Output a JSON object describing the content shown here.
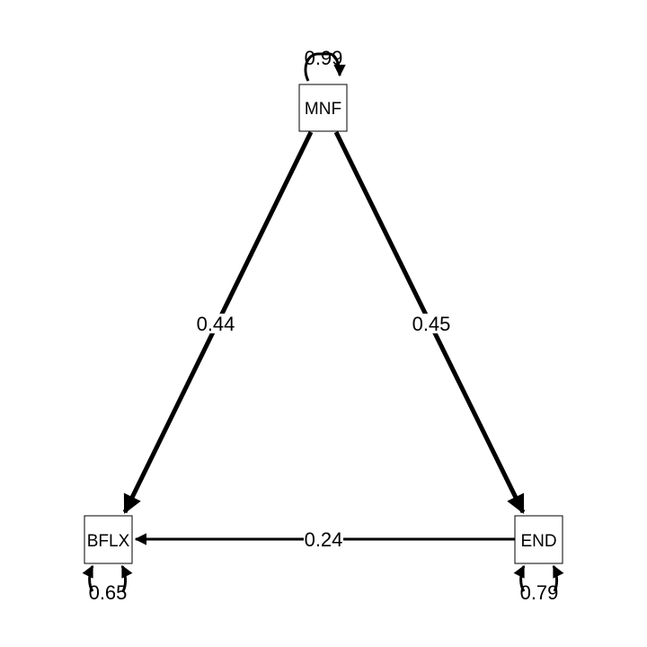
{
  "nodes": {
    "mnf": {
      "label": "MNF"
    },
    "bflx": {
      "label": "BFLX"
    },
    "end": {
      "label": "END"
    }
  },
  "edges": {
    "mnf_bflx": {
      "from": "MNF",
      "to": "BFLX",
      "weight": "0.44"
    },
    "mnf_end": {
      "from": "MNF",
      "to": "END",
      "weight": "0.45"
    },
    "end_bflx": {
      "from": "END",
      "to": "BFLX",
      "weight": "0.24"
    }
  },
  "residuals": {
    "mnf": {
      "node": "MNF",
      "value": "0.99"
    },
    "bflx": {
      "node": "BFLX",
      "value": "0.65"
    },
    "end": {
      "node": "END",
      "value": "0.79"
    }
  },
  "colors": {
    "stroke": "#000000",
    "background": "#ffffff"
  }
}
